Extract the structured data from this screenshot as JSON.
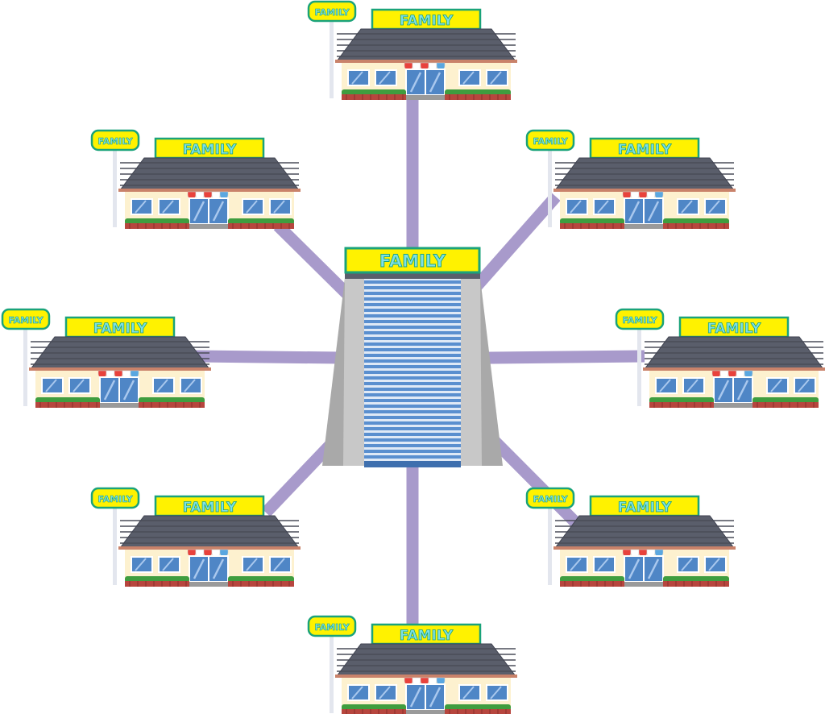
{
  "hub": {
    "sign_text": "FAMILY"
  },
  "stores": [
    {
      "id": "top",
      "sign_text": "FAMILY",
      "pole_text": "FAMILY"
    },
    {
      "id": "upper-left",
      "sign_text": "FAMILY",
      "pole_text": "FAMILY"
    },
    {
      "id": "upper-right",
      "sign_text": "FAMILY",
      "pole_text": "FAMILY"
    },
    {
      "id": "left",
      "sign_text": "FAMILY",
      "pole_text": "FAMILY"
    },
    {
      "id": "right",
      "sign_text": "FAMILY",
      "pole_text": "FAMILY"
    },
    {
      "id": "lower-left",
      "sign_text": "FAMILY",
      "pole_text": "FAMILY"
    },
    {
      "id": "lower-right",
      "sign_text": "FAMILY",
      "pole_text": "FAMILY"
    },
    {
      "id": "bottom",
      "sign_text": "FAMILY",
      "pole_text": "FAMILY"
    }
  ],
  "colors": {
    "connector": "#a89acb",
    "sign_fill": "#fff200",
    "sign_border": "#1aa37a",
    "sign_text_fill": "#7fe0e6",
    "roof": "#5a5e6b",
    "roof_dark": "#4a4d58",
    "facade": "#fdf1cf",
    "window": "#4f86c6",
    "planter": "#b7463e",
    "hedge": "#3f9d3f",
    "pole": "#e3e6ee",
    "hub_side": "#a9a9a9",
    "hub_side_light": "#c8c8c8",
    "hub_stripe": "#5a8fcf"
  }
}
